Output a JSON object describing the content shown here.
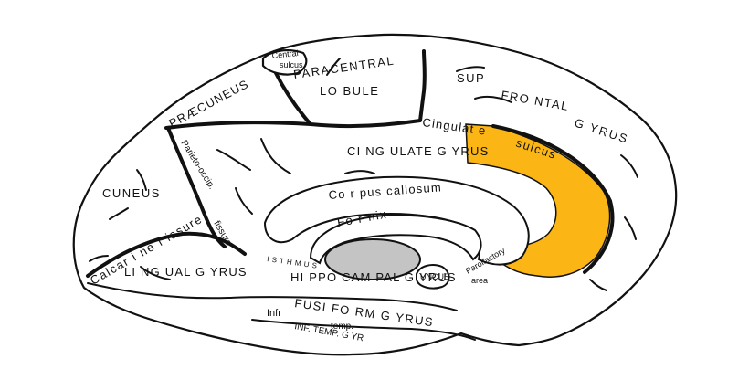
{
  "colors": {
    "background": "#ffffff",
    "outline": "#111111",
    "highlight": "#fbb615",
    "ventricle": "#c4c4c4"
  },
  "labels": {
    "central_sulcus_1": "Central",
    "central_sulcus_2": "sulcus",
    "paracentral": "PARACENTRAL",
    "lobule": "LO BULE",
    "sup_frontal_1": "SUP",
    "sup_frontal_2": "FRO NTAL",
    "sup_frontal_3": "G YRUS",
    "praecuneus": "PRÆCUNEUS",
    "parieto_occip": "Parieto-occip.",
    "cuneus": "CUNEUS",
    "cingulate_sulcus_1": "Cingulat e",
    "cingulate_sulcus_2": "sulcus",
    "cingulate_gyrus": "CI NG ULATE G YRUS",
    "corpus_callosum": "Co r pus  callosum",
    "fornix": "Fo r nix",
    "calcarine": "Calcar i ne  f issure",
    "fissure": "fissure",
    "isthmus": "I S T H M U S",
    "lingual_gyrus": "LI NG UAL G YRUS",
    "hippocampal_gyrus": "HI PPO CAM PAL G YRUS",
    "uncus": "UNCUS",
    "parolfactory_1": "Parolfactory",
    "parolfactory_2": "area",
    "fusiform": "FUSI FO RM  G YRUS",
    "infr": "Infr",
    "temp": "temp.",
    "inf_temp": "INF. TEMP. G YR"
  }
}
